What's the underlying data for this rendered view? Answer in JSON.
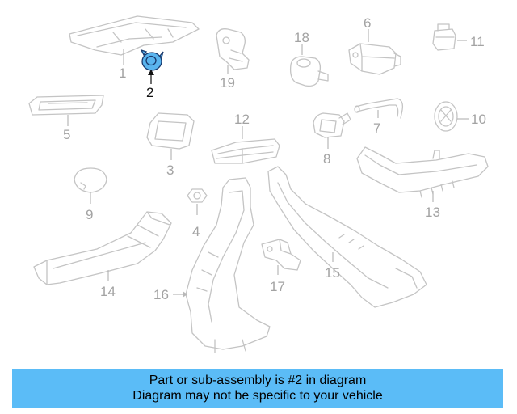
{
  "callouts": [
    {
      "id": "part-1",
      "label": "1"
    },
    {
      "id": "part-2",
      "label": "2",
      "highlighted": true
    },
    {
      "id": "part-3",
      "label": "3"
    },
    {
      "id": "part-4",
      "label": "4"
    },
    {
      "id": "part-5",
      "label": "5"
    },
    {
      "id": "part-6",
      "label": "6"
    },
    {
      "id": "part-7",
      "label": "7"
    },
    {
      "id": "part-8",
      "label": "8"
    },
    {
      "id": "part-9",
      "label": "9"
    },
    {
      "id": "part-10",
      "label": "10"
    },
    {
      "id": "part-11",
      "label": "11"
    },
    {
      "id": "part-12",
      "label": "12"
    },
    {
      "id": "part-13",
      "label": "13"
    },
    {
      "id": "part-14",
      "label": "14"
    },
    {
      "id": "part-15",
      "label": "15"
    },
    {
      "id": "part-16",
      "label": "16"
    },
    {
      "id": "part-17",
      "label": "17"
    },
    {
      "id": "part-18",
      "label": "18"
    },
    {
      "id": "part-19",
      "label": "19"
    }
  ],
  "colors": {
    "highlight_fill": "#5ab4ee",
    "highlight_outline": "#1a3a6e",
    "banner_background": "#5bbcf7",
    "part_outline": "#c4c4c4",
    "callout_text": "#a3a3a3"
  },
  "banner": {
    "line1": "Part or sub-assembly is #2 in diagram",
    "line2": "Diagram may not be specific to your vehicle"
  }
}
